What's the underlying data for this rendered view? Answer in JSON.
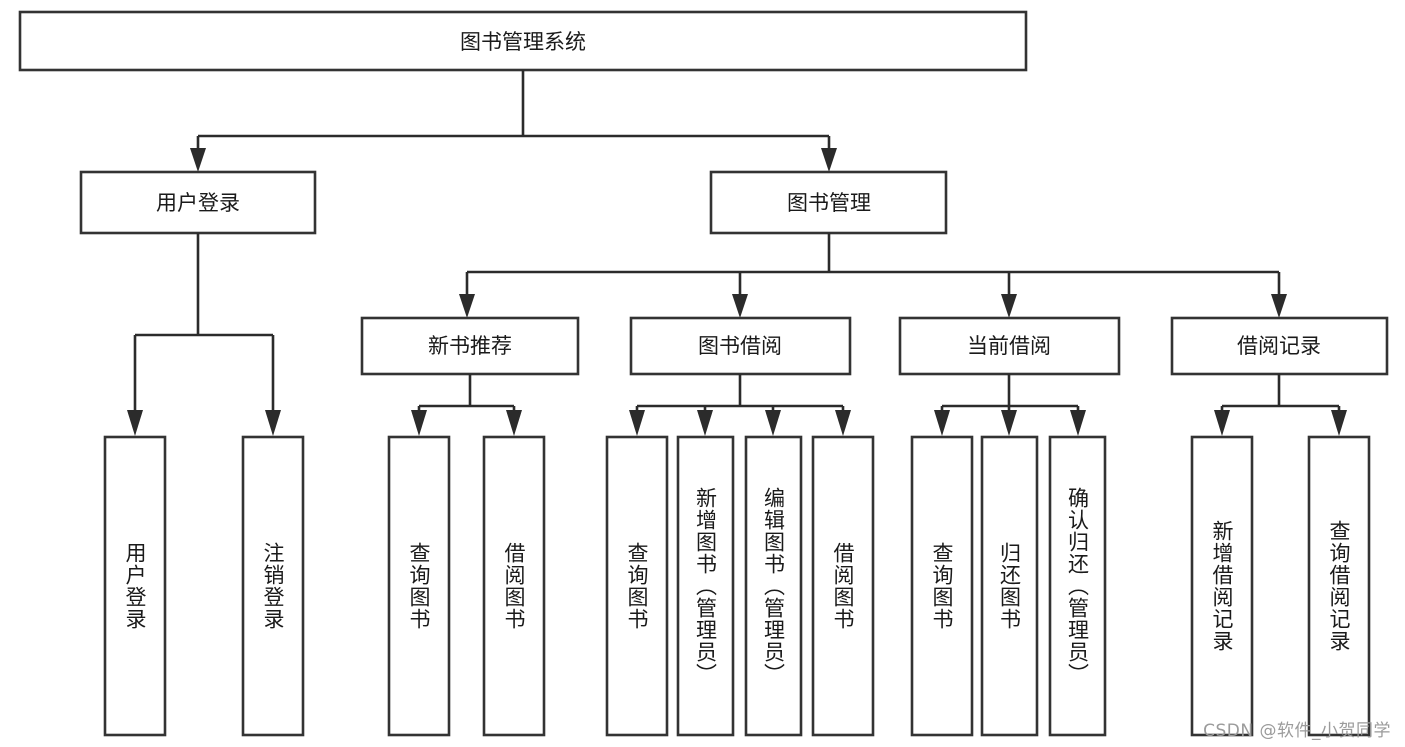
{
  "diagram": {
    "type": "tree",
    "title": "图书管理系统",
    "watermark": "CSDN @软件_小贺同学",
    "colors": {
      "box_stroke": "#333333",
      "box_fill": "#ffffff",
      "connector": "#2b2b2b",
      "text": "#1a1a1a",
      "watermark": "#9b9b9b",
      "background": "#ffffff"
    },
    "root": {
      "label": "图书管理系统"
    },
    "level2": [
      {
        "label": "用户登录"
      },
      {
        "label": "图书管理"
      }
    ],
    "level3": [
      {
        "label": "新书推荐"
      },
      {
        "label": "图书借阅"
      },
      {
        "label": "当前借阅"
      },
      {
        "label": "借阅记录"
      }
    ],
    "leaves": {
      "user_login": [
        {
          "label": "用户登录"
        },
        {
          "label": "注销登录"
        }
      ],
      "new_book_recommend": [
        {
          "label": "查询图书"
        },
        {
          "label": "借阅图书"
        }
      ],
      "book_borrow": [
        {
          "label": "查询图书"
        },
        {
          "label": "新增图书（管理员）"
        },
        {
          "label": "编辑图书（管理员）"
        },
        {
          "label": "借阅图书"
        }
      ],
      "current_borrow": [
        {
          "label": "查询图书"
        },
        {
          "label": "归还图书"
        },
        {
          "label": "确认归还（管理员）"
        }
      ],
      "borrow_record": [
        {
          "label": "新增借阅记录"
        },
        {
          "label": "查询借阅记录"
        }
      ]
    }
  }
}
